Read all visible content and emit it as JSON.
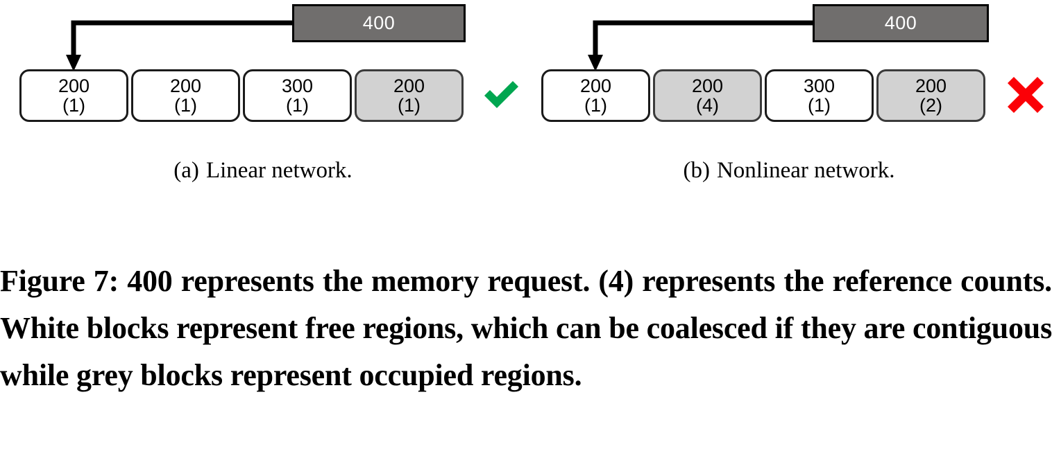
{
  "figure": {
    "caption": "Figure 7: 400 represents the memory request. (4) represents the reference counts. White blocks represent free regions, which can be coalesced if they are contiguous while grey blocks represent occupied regions.",
    "panels": [
      {
        "id": "a",
        "tag": "(a)",
        "subcaption": "Linear network.",
        "request": {
          "label": "400"
        },
        "verdict": {
          "kind": "check",
          "color": "#00A650",
          "meaning": "valid"
        },
        "blocks": [
          {
            "size": "200",
            "refs": "(1)",
            "state": "free"
          },
          {
            "size": "200",
            "refs": "(1)",
            "state": "free"
          },
          {
            "size": "300",
            "refs": "(1)",
            "state": "free"
          },
          {
            "size": "200",
            "refs": "(1)",
            "state": "occupied"
          }
        ]
      },
      {
        "id": "b",
        "tag": "(b)",
        "subcaption": "Nonlinear network.",
        "request": {
          "label": "400"
        },
        "verdict": {
          "kind": "cross",
          "color": "#FB0007",
          "meaning": "invalid"
        },
        "blocks": [
          {
            "size": "200",
            "refs": "(1)",
            "state": "free"
          },
          {
            "size": "200",
            "refs": "(4)",
            "state": "occupied"
          },
          {
            "size": "300",
            "refs": "(1)",
            "state": "free"
          },
          {
            "size": "200",
            "refs": "(2)",
            "state": "occupied"
          }
        ]
      }
    ],
    "colors": {
      "request_box_fill": "#706E6D",
      "request_box_text": "#FFFFFF",
      "free_block_fill": "#FFFFFF",
      "occupied_block_fill": "#D2D2D2",
      "block_border": "#1A1A1A",
      "arrow": "#000000",
      "check": "#00A650",
      "cross": "#FB0007"
    }
  }
}
